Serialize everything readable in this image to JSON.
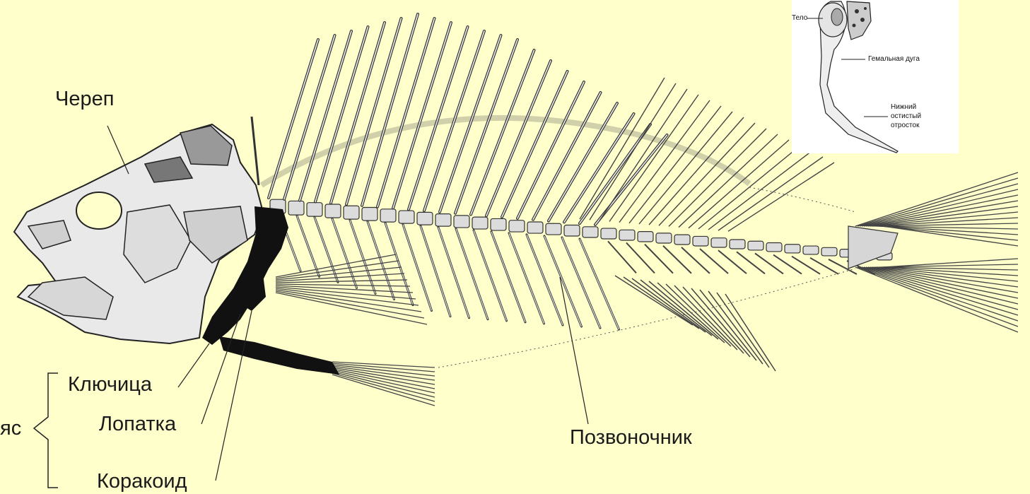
{
  "labels": {
    "skull": "Череп",
    "clavicle": "Ключица",
    "scapula": "Лопатка",
    "coracoid": "Коракоид",
    "girdle_partial": "яс",
    "spine": "Позвоночник"
  },
  "inset": {
    "body": "Тело",
    "haemal_arch": "Гемальная дуга",
    "spinous_process_line1": "Нижний",
    "spinous_process_line2": "остистый",
    "spinous_process_line3": "отросток"
  },
  "colors": {
    "background": "#FFFFCC",
    "bone_fill": "#e8e8e8",
    "bone_stroke": "#333333",
    "girdle": "#111111"
  }
}
